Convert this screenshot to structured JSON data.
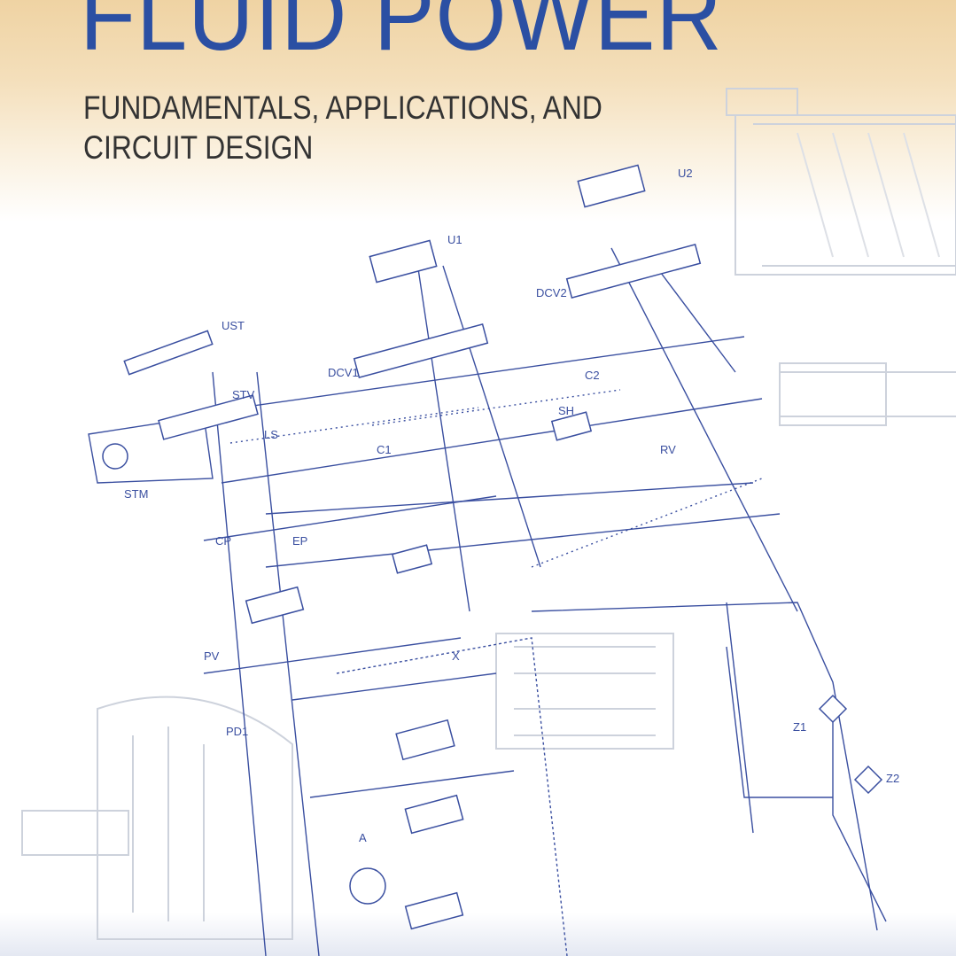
{
  "cover": {
    "title": "FLUID POWER",
    "subtitle_line1": "FUNDAMENTALS, APPLICATIONS, AND",
    "subtitle_line2": "CIRCUIT DESIGN"
  },
  "diagram_labels": {
    "u1": "U1",
    "u2": "U2",
    "ust": "UST",
    "dcv1": "DCV1",
    "dcv2": "DCV2",
    "stv": "STV",
    "stm": "STM",
    "ls": "LS",
    "c1": "C1",
    "c2": "C2",
    "sh": "SH",
    "rv": "RV",
    "cp": "CP",
    "ep": "EP",
    "pv": "PV",
    "pd1": "PD1",
    "x": "X",
    "a": "A",
    "z1": "Z1",
    "z2": "Z2"
  },
  "colors": {
    "title": "#2b4fa3",
    "line": "#3a4fa0",
    "ghost": "#c9ced8"
  }
}
